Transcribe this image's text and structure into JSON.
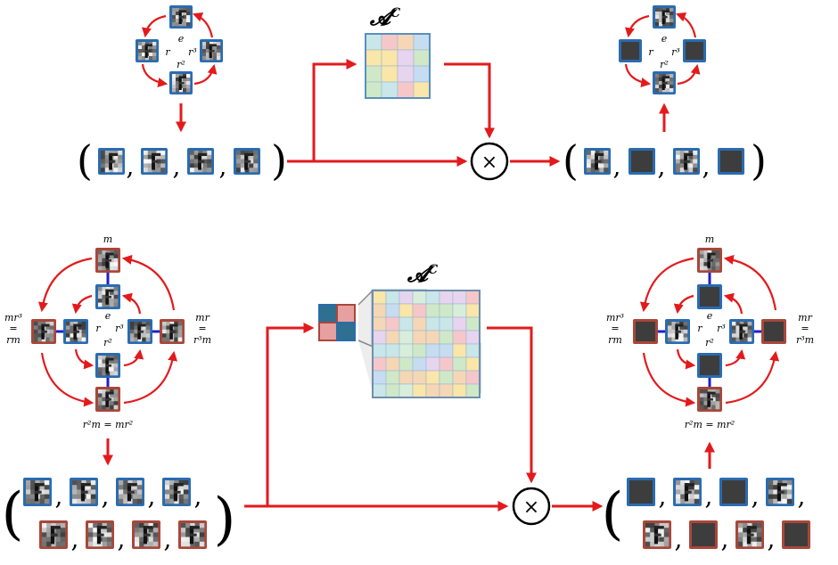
{
  "operator_label": "𝓐",
  "operator_superscript": "C",
  "multiply_symbol": "×",
  "punct": {
    "open": "(",
    "close": ")",
    "comma": ","
  },
  "colors": {
    "arrow": "#e31a1c",
    "blue_frame": "#2a6bb0",
    "red_frame": "#a8473a",
    "connector": "#1f1fcc",
    "masked": "#3d3d3d"
  },
  "cyclic": {
    "labels": {
      "e": "e",
      "r": "r",
      "r2": "r²",
      "r3": "r³"
    },
    "input_tuple": [
      "digit",
      "digit",
      "digit",
      "digit"
    ],
    "output_tuple": [
      "digit",
      "masked",
      "digit",
      "masked"
    ]
  },
  "dihedral": {
    "labels": {
      "e": "e",
      "r": "r",
      "r2": "r²",
      "r3": "r³",
      "m": "m",
      "mr": "mr",
      "eq": "=",
      "r3m": "r³m",
      "mr3": "mr³",
      "rm": "rm",
      "bottom": "r²m = mr²"
    },
    "input_tuple": [
      "digit",
      "digit",
      "digit",
      "digit",
      "digit",
      "digit",
      "digit",
      "digit"
    ],
    "output_tuple": [
      "masked",
      "digit",
      "masked",
      "digit",
      "digit",
      "masked",
      "digit",
      "masked"
    ]
  }
}
